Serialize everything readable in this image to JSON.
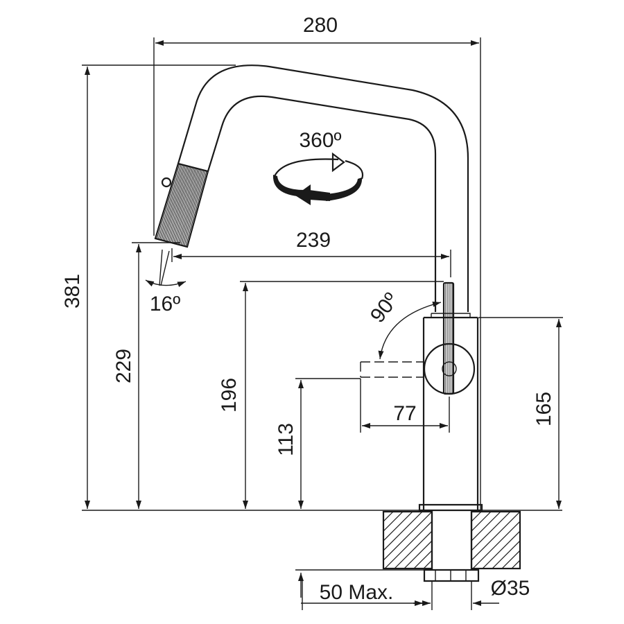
{
  "dimensions": {
    "width_total": "280",
    "height_total": "381",
    "spout_reach": "239",
    "spout_height": "229",
    "handle_top": "196",
    "handle_center": "113",
    "body_height": "165",
    "handle_length": "77",
    "rotation": "360º",
    "handle_angle": "90º",
    "spray_angle": "16º",
    "counter_thickness": "50 Max.",
    "hole_diameter": "Ø35"
  },
  "colors": {
    "ink": "#1a1a1a",
    "background": "#ffffff"
  }
}
